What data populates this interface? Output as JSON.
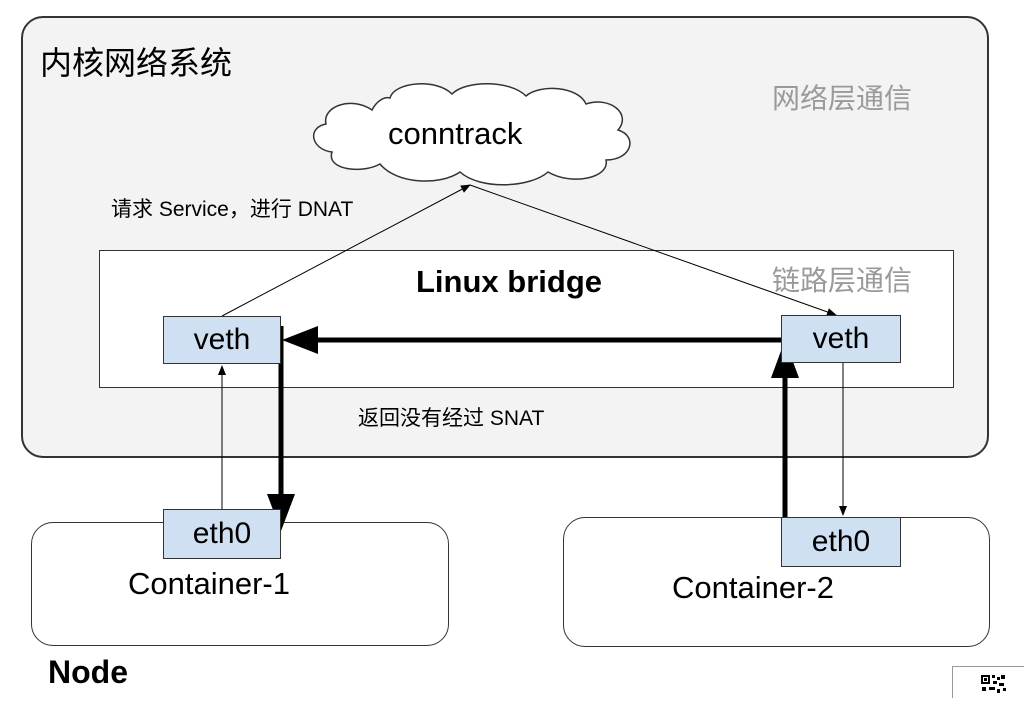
{
  "kernel": {
    "title": "内核网络系统",
    "network_layer": "网络层通信"
  },
  "conntrack": {
    "label": "conntrack"
  },
  "bridge": {
    "title": "Linux bridge",
    "link_layer": "链路层通信"
  },
  "annotations": {
    "request": "请求 Service，进行 DNAT",
    "return": "返回没有经过 SNAT"
  },
  "interfaces": {
    "veth_left": "veth",
    "veth_right": "veth",
    "eth0_left": "eth0",
    "eth0_right": "eth0"
  },
  "containers": {
    "left": "Container-1",
    "right": "Container-2"
  },
  "node": {
    "label": "Node"
  },
  "colors": {
    "kernel_bg": "#f3f3f3",
    "iface_bg": "#cfe0f3",
    "layer_text": "#9a9a9a"
  }
}
